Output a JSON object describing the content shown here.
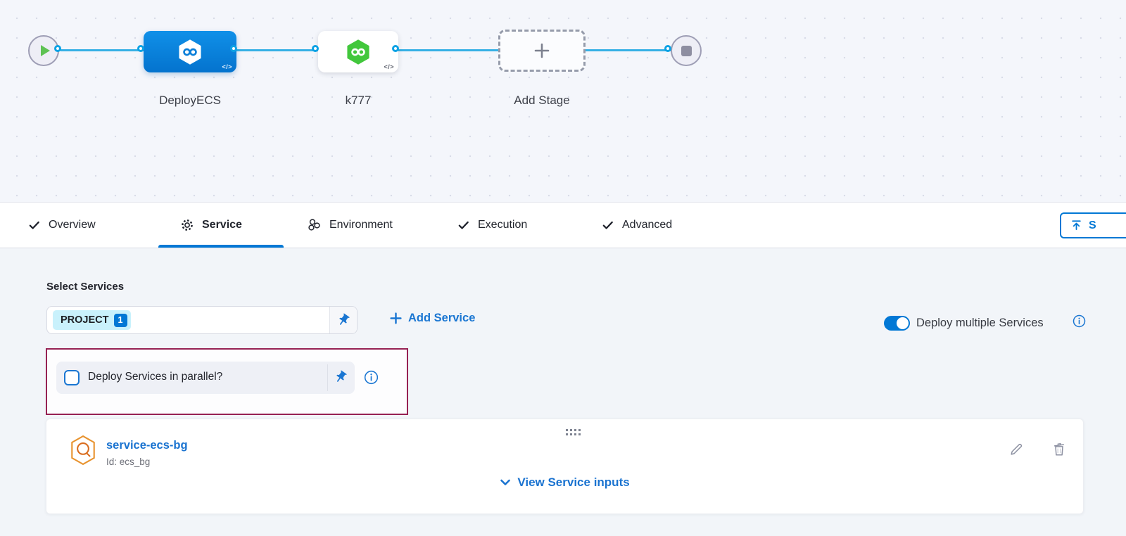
{
  "canvas": {
    "stages": [
      {
        "name": "DeployECS"
      },
      {
        "name": "k777"
      }
    ],
    "add_stage_label": "Add Stage",
    "code_badge": "</>"
  },
  "tabs": {
    "items": [
      {
        "label": "Overview"
      },
      {
        "label": "Service"
      },
      {
        "label": "Environment"
      },
      {
        "label": "Execution"
      },
      {
        "label": "Advanced"
      }
    ],
    "save_button_label": "S"
  },
  "service_tab": {
    "select_services_label": "Select Services",
    "selected_service_chip": {
      "label": "PROJECT",
      "count": "1"
    },
    "add_service_label": "Add Service",
    "deploy_multiple_toggle": {
      "label": "Deploy multiple Services",
      "state": "on"
    },
    "parallel_checkbox": {
      "label": "Deploy Services in parallel?",
      "checked": false
    },
    "service_card": {
      "name": "service-ecs-bg",
      "id": "Id: ecs_bg",
      "view_inputs_label": "View Service inputs"
    }
  },
  "colors": {
    "accent_blue": "#0278d5",
    "link_blue": "#1a73d0",
    "edge_blue": "#35b0e5",
    "node_blue": "#0b86e0",
    "node_green": "#42c73c",
    "highlight_maroon": "#962153",
    "chip_bg": "#c9f1fc",
    "service_icon_orange": "#e07b2c"
  }
}
